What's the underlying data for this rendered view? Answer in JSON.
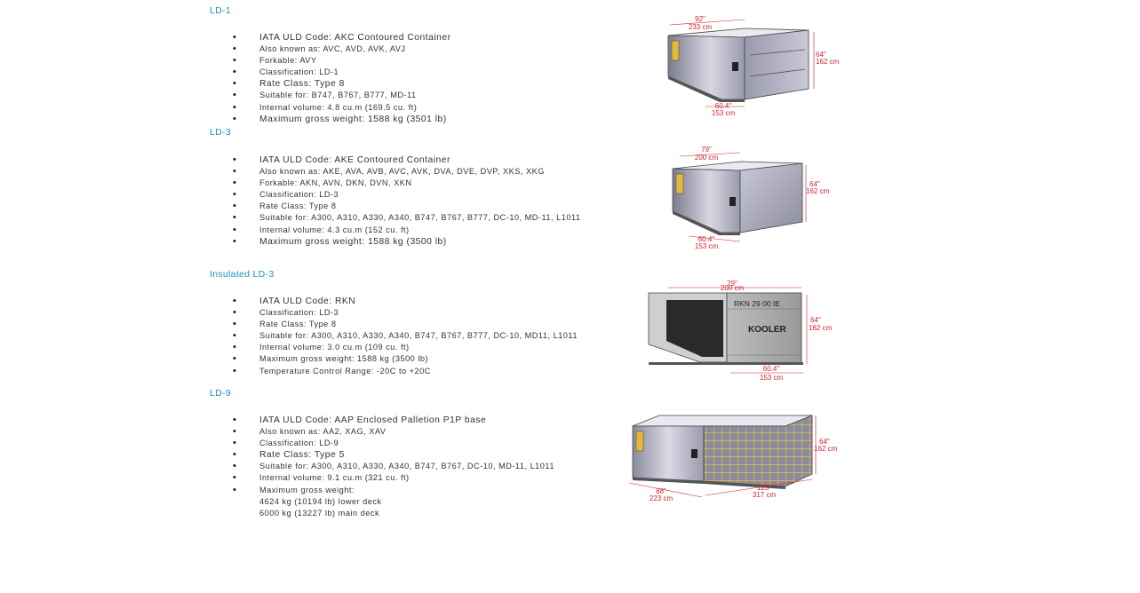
{
  "colors": {
    "heading": "#1d8fc4",
    "dimension": "#d21f2a",
    "container": "#8e8ea2",
    "net": "#e2c23a"
  },
  "sections": [
    {
      "title": "LD-1",
      "items": [
        "IATA ULD Code: AKC Contoured Container",
        "Also known as: AVC, AVD, AVK, AVJ",
        "Forkable: AVY",
        "Classification: LD-1",
        "Rate Class: Type 8",
        "Suitable for: B747, B767, B777, MD-11",
        "Internal volume: 4.8 cu.m (169.5 cu. ft)",
        "Maximum gross weight: 1588 kg (3501 lb)"
      ],
      "figure": {
        "top_in": "92\"",
        "top_cm": "233 cm",
        "height_in": "64\"",
        "height_cm": "162 cm",
        "base_in": "60.4\"",
        "base_cm": "153 cm"
      }
    },
    {
      "title": "LD-3",
      "items": [
        "IATA ULD Code: AKE Contoured Container",
        "Also known as: AKE, AVA, AVB, AVC, AVK, DVA, DVE, DVP, XKS, XKG",
        "Forkable: AKN, AVN, DKN, DVN, XKN",
        "Classification: LD-3",
        "Rate Class: Type 8",
        "Suitable for: A300, A310, A330, A340, B747, B767, B777, DC-10, MD-11, L1011",
        "Internal volume: 4.3 cu.m (152 cu. ft)",
        "Maximum gross weight: 1588 kg (3500 lb)"
      ],
      "figure": {
        "top_in": "79\"",
        "top_cm": "200 cm",
        "height_in": "64\"",
        "height_cm": "162 cm",
        "base_in": "60.4\"",
        "base_cm": "153 cm"
      }
    },
    {
      "title": "Insulated LD-3",
      "items": [
        "IATA ULD Code: RKN",
        "Classification: LD-3",
        "Rate Class: Type 8",
        "Suitable for: A300, A310, A330, A340, B747, B767, B777, DC-10, MD11, L1011",
        "Internal volume: 3.0 cu.m (109 cu. ft)",
        "Maximum gross weight: 1588 kg (3500 lb)",
        "Temperature Control Range: -20C to +20C"
      ],
      "figure": {
        "top_in": "79\"",
        "top_cm": "200 cm",
        "height_in": "64\"",
        "height_cm": "162 cm",
        "base_in": "60.4\"",
        "base_cm": "153 cm",
        "code_text": "RKN  29 00  IE",
        "brand_text": "KOOLER"
      }
    },
    {
      "title": "LD-9",
      "items": [
        "IATA ULD Code: AAP Enclosed Palletion P1P base",
        "Also known as: AA2, XAG, XAV",
        "Classification: LD-9",
        "Rate Class: Type 5",
        "Suitable for: A300, A310, A330, A340, B747, B767, DC-10, MD-11, L1011",
        "Internal volume: 9.1 cu.m (321 cu. ft)",
        "Maximum gross weight:\n4624 kg (10194 lb) lower deck\n6000 kg (13227 lb) main deck"
      ],
      "figure": {
        "height_in": "64\"",
        "height_cm": "162 cm",
        "depth_in": "88\"",
        "depth_cm": "223 cm",
        "width_in": "125\"",
        "width_cm": "317 cm"
      }
    }
  ]
}
